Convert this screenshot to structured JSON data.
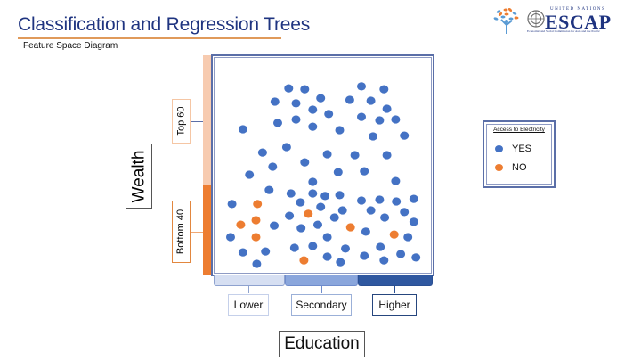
{
  "header": {
    "title": "Classification and Regression Trees",
    "subtitle": "Feature Space Diagram",
    "logo": {
      "tree_icon": "tree-people-icon",
      "emblem_icon": "un-emblem-icon",
      "org_small": "UNITED NATIONS",
      "org_name": "ESCAP",
      "org_full": "Economic and Social Commission for Asia and the Pacific"
    }
  },
  "colors": {
    "title": "#1f3480",
    "yes": "#4472c4",
    "no": "#ed7d31",
    "top60_bar": "#f7cbb0",
    "bottom40_bar": "#ed7d31",
    "lower_bar": "#d6dff2",
    "secondary_bar": "#8aa6dc",
    "higher_bar": "#2f58a0",
    "frame": "#5b6fa8"
  },
  "y_axis": {
    "title": "Wealth",
    "groups": [
      {
        "label": "Top 60",
        "range": [
          40,
          100
        ]
      },
      {
        "label": "Bottom 40",
        "range": [
          0,
          40
        ]
      }
    ]
  },
  "x_axis": {
    "title": "Education",
    "groups": [
      {
        "label": "Lower",
        "range": [
          0,
          1
        ]
      },
      {
        "label": "Secondary",
        "range": [
          1,
          2
        ]
      },
      {
        "label": "Higher",
        "range": [
          2,
          3
        ]
      }
    ]
  },
  "legend": {
    "title": "Access to Electricity",
    "items": [
      {
        "label": "YES",
        "class": "yes"
      },
      {
        "label": "NO",
        "class": "no"
      }
    ]
  },
  "chart_data": {
    "type": "scatter",
    "title": "Feature Space Diagram",
    "xlabel": "Education",
    "ylabel": "Wealth",
    "xlim": [
      0,
      3
    ],
    "ylim": [
      0,
      100
    ],
    "x_tick_labels": [
      "Lower",
      "Secondary",
      "Higher"
    ],
    "y_tick_labels": [
      "Bottom 40",
      "Top 60"
    ],
    "legend_position": "right",
    "series": [
      {
        "name": "YES",
        "points": [
          [
            1.02,
            85.2
          ],
          [
            1.24,
            84.8
          ],
          [
            2.02,
            86.1
          ],
          [
            2.33,
            84.8
          ],
          [
            0.83,
            79.1
          ],
          [
            1.12,
            78.3
          ],
          [
            1.46,
            80.7
          ],
          [
            1.86,
            79.9
          ],
          [
            2.15,
            79.5
          ],
          [
            2.37,
            75.8
          ],
          [
            1.35,
            75.4
          ],
          [
            1.57,
            73.4
          ],
          [
            2.02,
            72.1
          ],
          [
            0.87,
            69.3
          ],
          [
            1.12,
            70.9
          ],
          [
            2.27,
            70.5
          ],
          [
            2.49,
            70.9
          ],
          [
            0.39,
            66.4
          ],
          [
            1.35,
            67.6
          ],
          [
            1.72,
            66.0
          ],
          [
            2.18,
            63.1
          ],
          [
            2.61,
            63.5
          ],
          [
            0.66,
            55.7
          ],
          [
            0.99,
            58.2
          ],
          [
            1.55,
            54.9
          ],
          [
            1.93,
            54.5
          ],
          [
            2.37,
            54.5
          ],
          [
            1.24,
            51.2
          ],
          [
            0.8,
            49.2
          ],
          [
            0.48,
            45.5
          ],
          [
            1.7,
            46.7
          ],
          [
            2.06,
            47.1
          ],
          [
            1.35,
            42.2
          ],
          [
            2.49,
            42.6
          ],
          [
            0.75,
            38.5
          ],
          [
            1.05,
            36.9
          ],
          [
            1.35,
            36.9
          ],
          [
            1.52,
            35.7
          ],
          [
            1.72,
            36.1
          ],
          [
            2.02,
            33.6
          ],
          [
            2.27,
            34.0
          ],
          [
            2.5,
            33.2
          ],
          [
            2.74,
            34.4
          ],
          [
            0.24,
            32.0
          ],
          [
            1.18,
            32.8
          ],
          [
            1.46,
            30.7
          ],
          [
            1.76,
            29.1
          ],
          [
            2.15,
            29.1
          ],
          [
            2.61,
            28.3
          ],
          [
            1.03,
            26.6
          ],
          [
            1.65,
            25.8
          ],
          [
            2.34,
            25.8
          ],
          [
            2.74,
            23.8
          ],
          [
            0.82,
            22.1
          ],
          [
            1.19,
            20.9
          ],
          [
            1.42,
            22.5
          ],
          [
            2.08,
            19.3
          ],
          [
            0.22,
            16.8
          ],
          [
            1.55,
            16.8
          ],
          [
            2.66,
            16.8
          ],
          [
            1.1,
            11.9
          ],
          [
            1.35,
            12.7
          ],
          [
            1.8,
            11.5
          ],
          [
            2.28,
            12.3
          ],
          [
            0.39,
            9.8
          ],
          [
            0.7,
            10.2
          ],
          [
            1.55,
            7.8
          ],
          [
            2.06,
            8.2
          ],
          [
            2.56,
            9.0
          ],
          [
            2.77,
            7.4
          ],
          [
            1.73,
            5.3
          ],
          [
            2.33,
            6.1
          ],
          [
            0.58,
            4.5
          ]
        ]
      },
      {
        "name": "NO",
        "points": [
          [
            0.59,
            32.0
          ],
          [
            1.29,
            27.5
          ],
          [
            0.57,
            24.6
          ],
          [
            0.36,
            22.5
          ],
          [
            1.87,
            21.3
          ],
          [
            0.57,
            16.8
          ],
          [
            2.47,
            18.0
          ],
          [
            1.23,
            6.1
          ]
        ]
      }
    ]
  }
}
